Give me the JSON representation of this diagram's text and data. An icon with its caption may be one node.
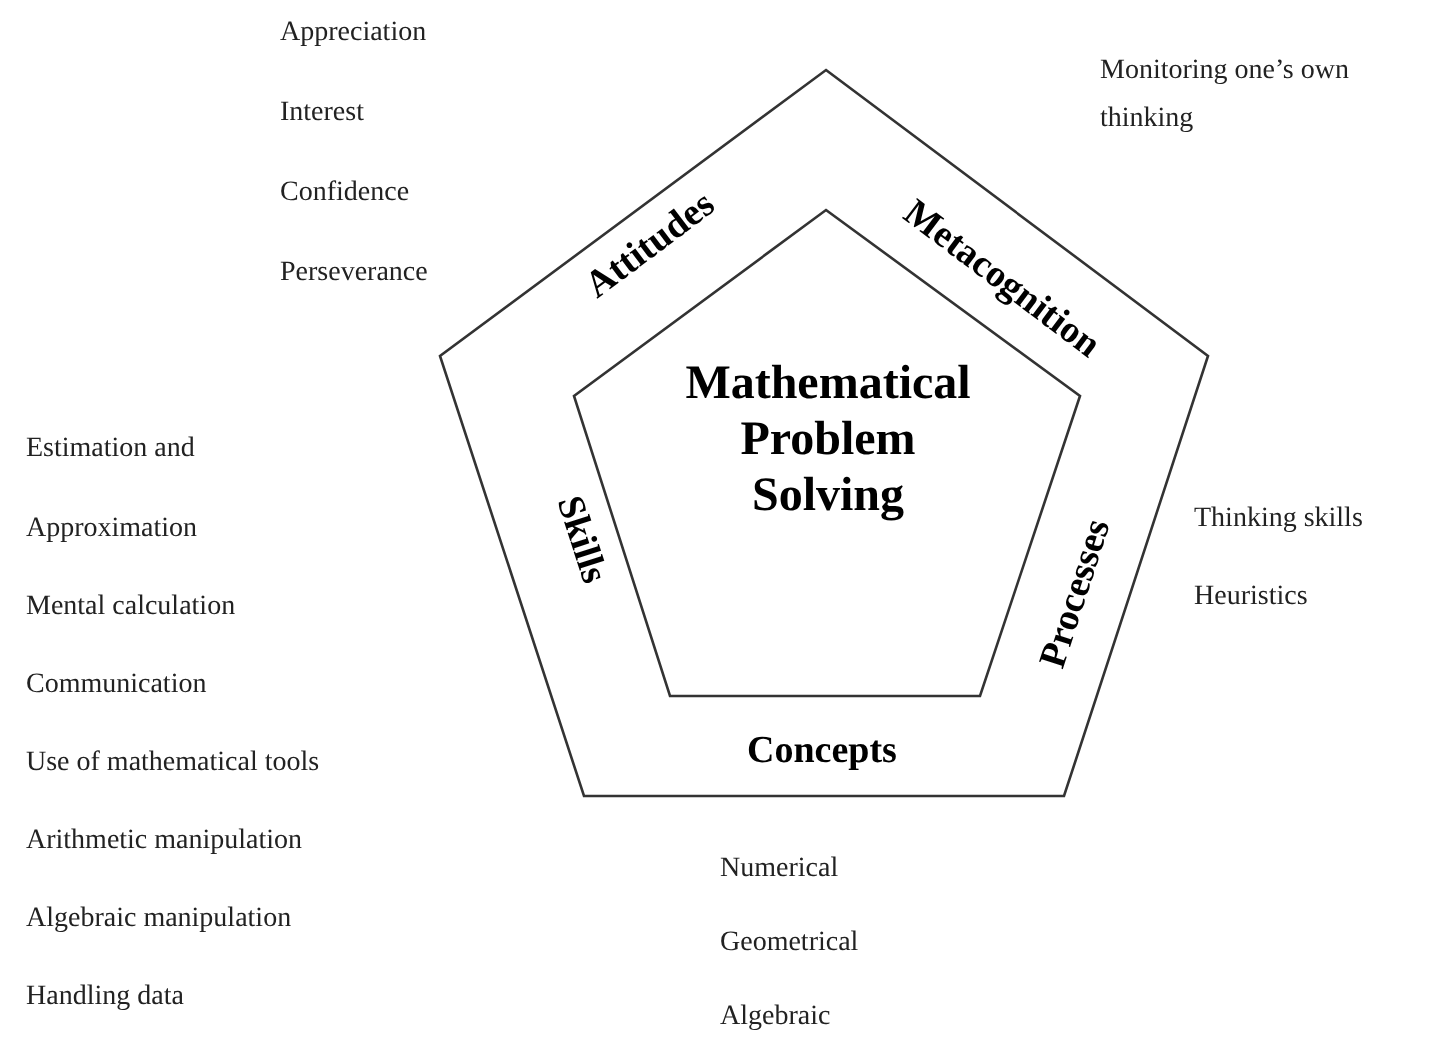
{
  "diagram": {
    "nodes": [
      {
        "text": [
          "Attitudes",
          "Metacognition",
          "Processes",
          "Concepts",
          "Skills"
        ]
      },
      {
        "text": [
          "Mathematical Problem Solving"
        ],
        "in": 0
      }
    ],
    "labels": [
      "Appreciation",
      "Interest",
      "Confidence",
      "Perseverance",
      "Monitoring one’s own thinking",
      "Estimation and",
      "Approximation",
      "Mental calculation",
      "Communication",
      "Use of mathematical tools",
      "Arithmetic manipulation",
      "Algebraic manipulation",
      "Handling data",
      "Thinking skills",
      "Heuristics",
      "Numerical",
      "Geometrical",
      "Algebraic"
    ]
  }
}
